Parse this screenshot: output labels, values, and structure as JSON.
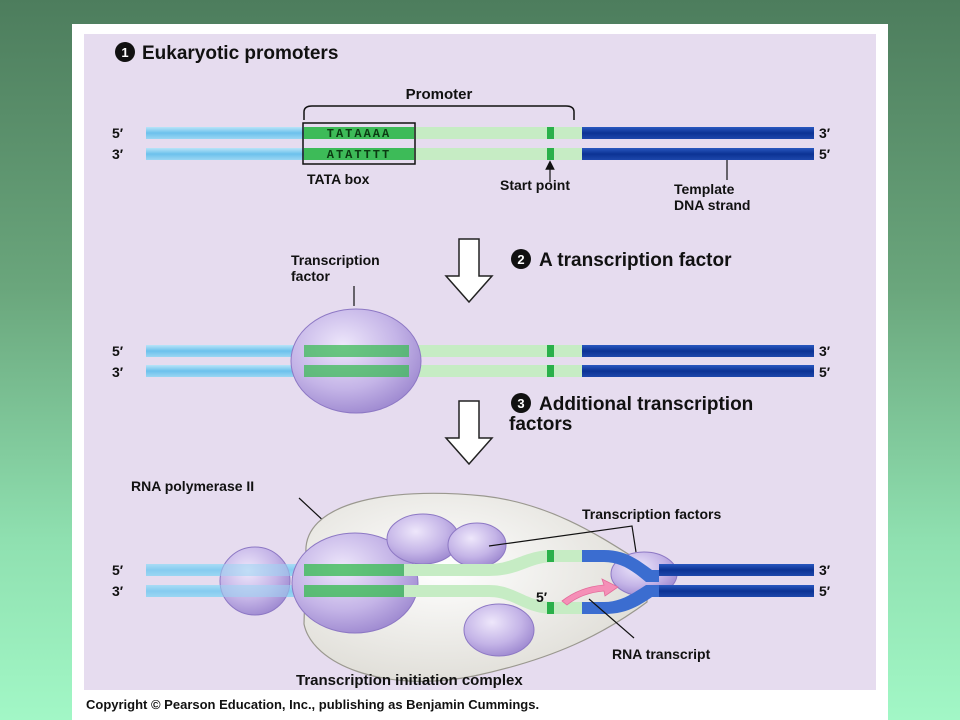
{
  "step1": {
    "number": "1",
    "title": "Eukaryotic promoters"
  },
  "step2": {
    "number": "2",
    "title": "A transcription factor"
  },
  "step3": {
    "number": "3",
    "title_line1": "Additional transcription",
    "title_line2": "factors"
  },
  "labels": {
    "promoter": "Promoter",
    "tata_box": "TATA box",
    "start_point": "Start point",
    "template_line1": "Template",
    "template_line2": "DNA strand",
    "transcription_factor_line1": "Transcription",
    "transcription_factor_line2": "factor",
    "rna_polymerase": "RNA polymerase II",
    "transcription_factors": "Transcription factors",
    "rna_transcript": "RNA transcript",
    "complex": "Transcription initiation complex"
  },
  "sequences": {
    "top": "TATAAAA",
    "bottom": "ATATTTT"
  },
  "ends": {
    "five_prime": "5′",
    "three_prime": "3′"
  },
  "copyright": "Copyright © Pearson Education, Inc., publishing as Benjamin Cummings.",
  "colors": {
    "dna_light_blue": "#7ec8ee",
    "dna_dark_blue": "#0f3a9c",
    "promoter_green": "#c6ecc4",
    "tata_green": "#3dbb58",
    "factor_purple": "#c3b3e6",
    "complex_gray": "#ecebe6",
    "rna_pink": "#f58fb7"
  }
}
